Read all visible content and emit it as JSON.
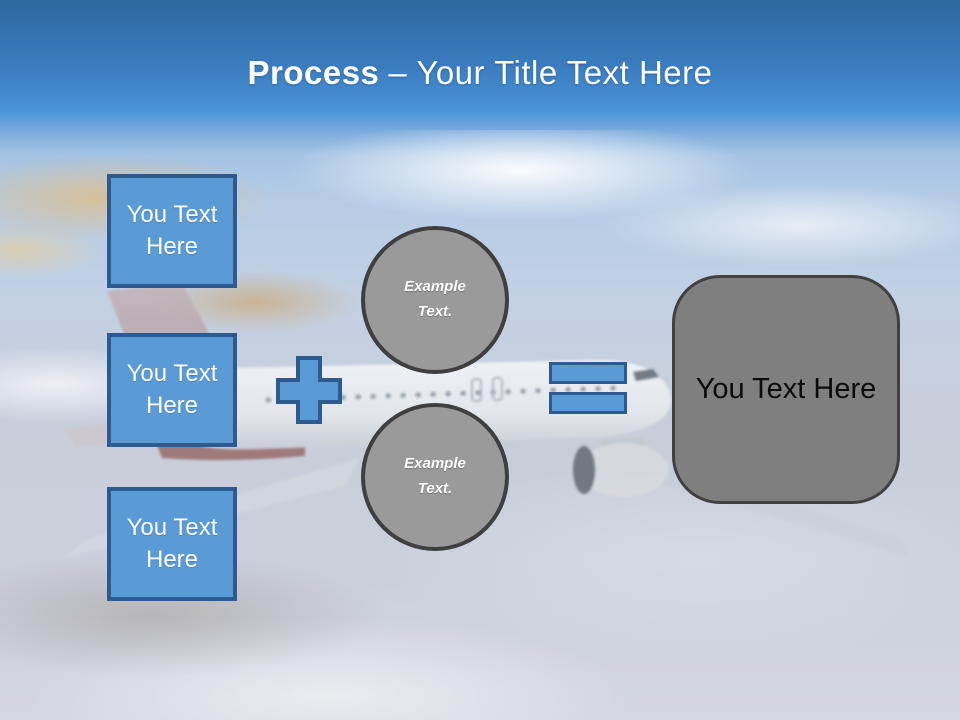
{
  "header": {
    "title_bold": "Process",
    "title_rest": "– Your Title Text Here"
  },
  "left_boxes": [
    {
      "label": "You Text Here"
    },
    {
      "label": "You Text Here"
    },
    {
      "label": "You Text Here"
    }
  ],
  "circles": [
    {
      "label": "Example Text."
    },
    {
      "label": "Example Text."
    }
  ],
  "result_box": {
    "label": "You Text Here"
  },
  "icons": {
    "plus": "plus-icon",
    "equals": "equals-icon",
    "airplane": "airplane-photo"
  },
  "colors": {
    "accent_blue_fill": "#5B9BD5",
    "accent_blue_border": "#2E5B8F",
    "circle_gray_fill": "#9A9A9A",
    "circle_gray_border": "#3F3F3F",
    "result_gray_fill": "#7F7F7F",
    "result_gray_border": "#404040",
    "header_gradient_top": "#2D689E",
    "header_gradient_bottom": "#4E96DC",
    "title_color": "#FFFFFF"
  }
}
